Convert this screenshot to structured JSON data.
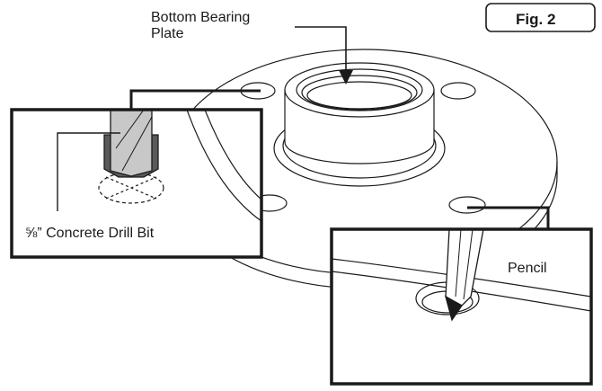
{
  "figure": {
    "label": "Fig. 2"
  },
  "callouts": {
    "bearing_plate_line1": "Bottom Bearing",
    "bearing_plate_line2": "Plate",
    "drill_bit": "⅝” Concrete Drill Bit",
    "pencil": "Pencil"
  },
  "colors": {
    "line": "#1a1a1a",
    "drill_light": "#c8c8c8",
    "drill_dark": "#5a5a5a",
    "background": "#ffffff"
  }
}
